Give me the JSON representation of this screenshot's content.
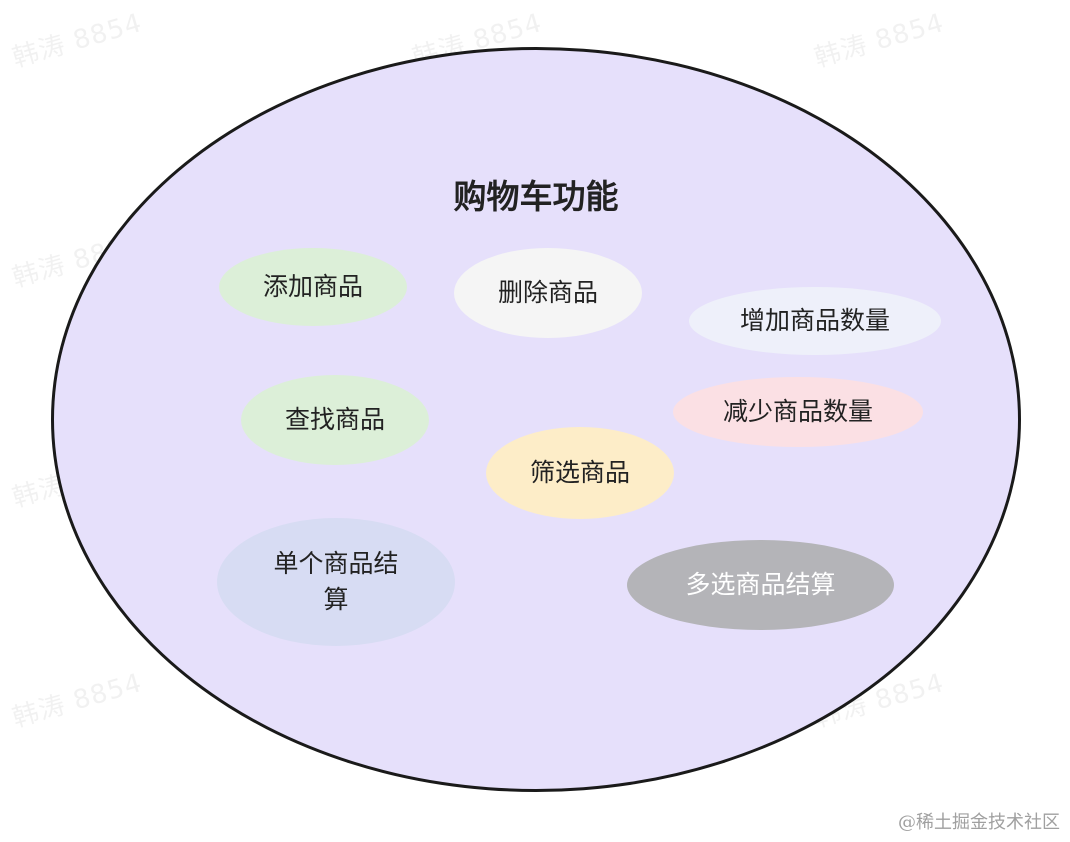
{
  "diagram": {
    "title": "购物车功能",
    "colors": {
      "container_fill": "#e6e0fb",
      "container_border": "#1a1a1a"
    },
    "nodes": [
      {
        "id": "add",
        "label": "添加商品",
        "color": "#dcefd8"
      },
      {
        "id": "delete",
        "label": "删除商品",
        "color": "#f5f5f5"
      },
      {
        "id": "increase",
        "label": "增加商品数量",
        "color": "#eef0fa"
      },
      {
        "id": "search",
        "label": "查找商品",
        "color": "#dcefd8"
      },
      {
        "id": "decrease",
        "label": "减少商品数量",
        "color": "#fbe0e4"
      },
      {
        "id": "filter",
        "label": "筛选商品",
        "color": "#fdedc8"
      },
      {
        "id": "single-checkout",
        "label": "单个商品结算",
        "color": "#d7dcf3"
      },
      {
        "id": "multi-checkout",
        "label": "多选商品结算",
        "color": "#b4b4b8",
        "text_color": "#ffffff"
      }
    ]
  },
  "watermark": {
    "text": "韩涛 8854"
  },
  "footer": {
    "text": "@稀土掘金技术社区"
  }
}
